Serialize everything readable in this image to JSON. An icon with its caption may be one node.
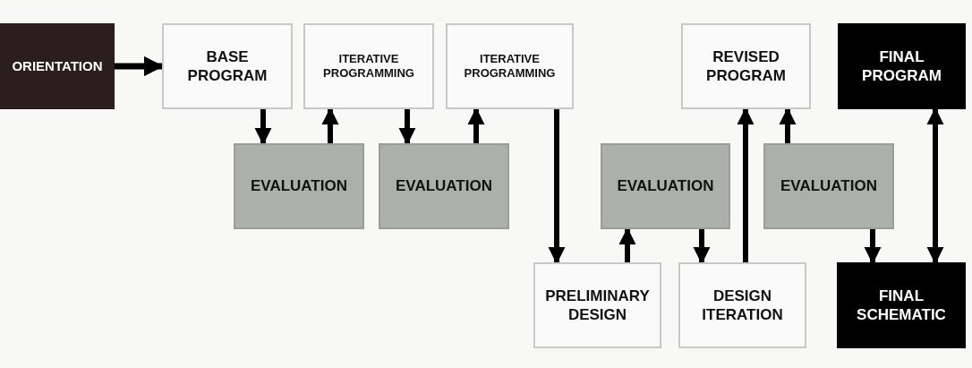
{
  "diagram": {
    "nodes": [
      {
        "text": [
          "ORIENTATION"
        ]
      },
      {
        "text": [
          "BASE PROGRAM"
        ]
      },
      {
        "text": [
          "ITERATIVE PROGRAMMING"
        ]
      },
      {
        "text": [
          "ITERATIVE PROGRAMMING"
        ]
      },
      {
        "text": [
          "EVALUATION"
        ]
      },
      {
        "text": [
          "EVALUATION"
        ]
      },
      {
        "text": [
          "PRELIMINARY DESIGN"
        ]
      },
      {
        "text": [
          "EVALUATION"
        ]
      },
      {
        "text": [
          "DESIGN ITERATION"
        ]
      },
      {
        "text": [
          "REVISED PROGRAM"
        ]
      },
      {
        "text": [
          "EVALUATION"
        ]
      },
      {
        "text": [
          "FINAL PROGRAM"
        ]
      },
      {
        "text": [
          "FINAL SCHEMATIC"
        ]
      }
    ],
    "edges": [
      {
        "from": 0,
        "to": 1,
        "arrow": "to"
      },
      {
        "from": 1,
        "to": 4,
        "arrow": "to"
      },
      {
        "from": 4,
        "to": 2,
        "arrow": "to"
      },
      {
        "from": 2,
        "to": 5,
        "arrow": "to"
      },
      {
        "from": 5,
        "to": 3,
        "arrow": "to"
      },
      {
        "from": 3,
        "to": 6,
        "arrow": "to"
      },
      {
        "from": 6,
        "to": 7,
        "arrow": "to"
      },
      {
        "from": 7,
        "to": 8,
        "arrow": "to"
      },
      {
        "from": 8,
        "to": 9,
        "arrow": "to"
      },
      {
        "from": 10,
        "to": 9,
        "arrow": "to"
      },
      {
        "from": 10,
        "to": 12,
        "arrow": "to"
      },
      {
        "from": 11,
        "to": 12,
        "arrow": "both"
      }
    ]
  }
}
